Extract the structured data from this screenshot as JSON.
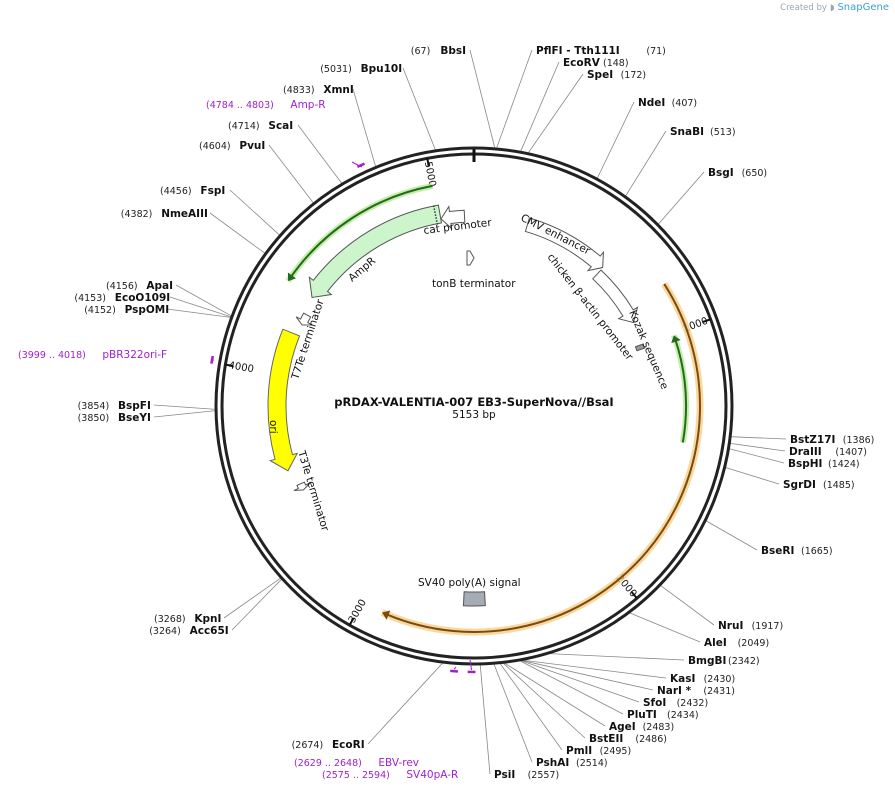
{
  "logo": {
    "created_by": "Created by",
    "brand": "SnapGene"
  },
  "plasmid": {
    "name": "pRDAX-VALENTIA-007   EB3-SuperNova//BsaI",
    "size": "5153 bp"
  },
  "ticks": [
    {
      "label": "1000",
      "bp": 1000
    },
    {
      "label": "2000",
      "bp": 2000
    },
    {
      "label": "3000",
      "bp": 3000
    },
    {
      "label": "4000",
      "bp": 4000
    },
    {
      "label": "5000",
      "bp": 5000
    }
  ],
  "features": [
    {
      "name": "CMV enhancer",
      "start": 235,
      "end": 614,
      "color": "#ffffff"
    },
    {
      "name": "chicken β-actin promoter",
      "start": 616,
      "end": 893,
      "color": "#ffffff"
    },
    {
      "name": "Kozak sequence",
      "start": 1009,
      "end": 1018,
      "color": "#bbbbbb"
    },
    {
      "name": "SV40 poly(A) signal",
      "start": 2545,
      "end": 2666,
      "color": "#a6acb3"
    },
    {
      "name": "T3Te terminator",
      "start": 3490,
      "end": 3519,
      "color": "#ffffff"
    },
    {
      "name": "ori",
      "start": 3590,
      "end": 4178,
      "color": "#ffff00"
    },
    {
      "name": "T7Te terminator",
      "start": 4226,
      "end": 4274,
      "color": "#ffffff"
    },
    {
      "name": "AmpR",
      "start": 4349,
      "end": 5009,
      "color": "#ccf5cc"
    },
    {
      "name": "cat promoter",
      "start": 5010,
      "end": 5112,
      "color": "#ffffff"
    },
    {
      "name": "tonB terminator",
      "start": null,
      "end": null,
      "color": "#ffffff"
    }
  ],
  "orf_arcs": [
    {
      "name": "orange-orf",
      "start": 820,
      "end": 2920,
      "color": "#f39c12"
    },
    {
      "name": "green-orf-right",
      "start": 1010,
      "end": 1430,
      "color": "#2e9e2e"
    },
    {
      "name": "green-orf-left",
      "start": 4350,
      "end": 5000,
      "color": "#2e9e2e"
    }
  ],
  "primers": [
    {
      "name": "Amp-R",
      "range": "(4784 .. 4803)",
      "bp": 4793
    },
    {
      "name": "pBR322ori-F",
      "range": "(3999 .. 4018)",
      "bp": 4008
    },
    {
      "name": "EBV-rev",
      "range": "(2629 .. 2648)",
      "bp": 2638
    },
    {
      "name": "SV40pA-R",
      "range": "(2575 .. 2594)",
      "bp": 2584
    }
  ],
  "enzymes": [
    {
      "name": "BbsI",
      "pos": "(67)",
      "bp": 67
    },
    {
      "name": "PflFI  - Tth111I",
      "pos": "(71)",
      "bp": 71
    },
    {
      "name": "EcoRV",
      "pos": "(148)",
      "bp": 148
    },
    {
      "name": "SpeI",
      "pos": "(172)",
      "bp": 172
    },
    {
      "name": "NdeI",
      "pos": "(407)",
      "bp": 407
    },
    {
      "name": "SnaBI",
      "pos": "(513)",
      "bp": 513
    },
    {
      "name": "BsgI",
      "pos": "(650)",
      "bp": 650
    },
    {
      "name": "BstZ17I",
      "pos": "(1386)",
      "bp": 1386
    },
    {
      "name": "DraIII",
      "pos": "(1407)",
      "bp": 1407
    },
    {
      "name": "BspHI",
      "pos": "(1424)",
      "bp": 1424
    },
    {
      "name": "SgrDI",
      "pos": "(1485)",
      "bp": 1485
    },
    {
      "name": "BseRI",
      "pos": "(1665)",
      "bp": 1665
    },
    {
      "name": "NruI",
      "pos": "(1917)",
      "bp": 1917
    },
    {
      "name": "AleI",
      "pos": "(2049)",
      "bp": 2049
    },
    {
      "name": "BmgBI",
      "pos": "(2342)",
      "bp": 2342
    },
    {
      "name": "KasI",
      "pos": "(2430)",
      "bp": 2430
    },
    {
      "name": "NarI *",
      "pos": "(2431)",
      "bp": 2431
    },
    {
      "name": "SfoI",
      "pos": "(2432)",
      "bp": 2432
    },
    {
      "name": "PluTI",
      "pos": "(2434)",
      "bp": 2434
    },
    {
      "name": "AgeI",
      "pos": "(2483)",
      "bp": 2483
    },
    {
      "name": "BstEII",
      "pos": "(2486)",
      "bp": 2486
    },
    {
      "name": "PmlI",
      "pos": "(2495)",
      "bp": 2495
    },
    {
      "name": "PshAI",
      "pos": "(2514)",
      "bp": 2514
    },
    {
      "name": "PsiI",
      "pos": "(2557)",
      "bp": 2557
    },
    {
      "name": "EcoRI",
      "pos": "(2674)",
      "bp": 2674
    },
    {
      "name": "KpnI",
      "pos": "(3268)",
      "bp": 3268
    },
    {
      "name": "Acc65I",
      "pos": "(3264)",
      "bp": 3264
    },
    {
      "name": "BspFI",
      "pos": "(3854)",
      "bp": 3854
    },
    {
      "name": "BseYI",
      "pos": "(3850)",
      "bp": 3850
    },
    {
      "name": "ApaI",
      "pos": "(4156)",
      "bp": 4156
    },
    {
      "name": "EcoO109I",
      "pos": "(4153)",
      "bp": 4153
    },
    {
      "name": "PspOMI",
      "pos": "(4152)",
      "bp": 4152
    },
    {
      "name": "NmeAIII",
      "pos": "(4382)",
      "bp": 4382
    },
    {
      "name": "FspI",
      "pos": "(4456)",
      "bp": 4456
    },
    {
      "name": "PvuI",
      "pos": "(4604)",
      "bp": 4604
    },
    {
      "name": "ScaI",
      "pos": "(4714)",
      "bp": 4714
    },
    {
      "name": "XmnI",
      "pos": "(4833)",
      "bp": 4833
    },
    {
      "name": "Bpu10I",
      "pos": "(5031)",
      "bp": 5031
    }
  ]
}
